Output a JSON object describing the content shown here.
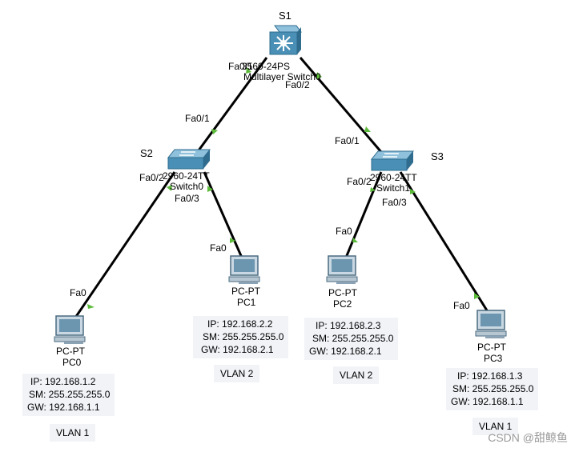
{
  "devices": {
    "s1": {
      "name": "S1",
      "model": "3560-24PS",
      "model2": "Multilayer Switch0"
    },
    "s2": {
      "name": "S2",
      "model": "2960-24TT",
      "model2": "Switch0"
    },
    "s3": {
      "name": "S3",
      "model": "2960-24TT",
      "model2": "Switch1"
    }
  },
  "ports": {
    "s1_fa01": "Fa0/1",
    "s1_fa02": "Fa0/2",
    "s2_fa01": "Fa0/1",
    "s2_fa02": "Fa0/2",
    "s2_fa03": "Fa0/3",
    "s3_fa01": "Fa0/1",
    "s3_fa02": "Fa0/2",
    "s3_fa03": "Fa0/3",
    "pc0_fa0": "Fa0",
    "pc1_fa0": "Fa0",
    "pc2_fa0": "Fa0",
    "pc3_fa0": "Fa0"
  },
  "pcs": [
    {
      "type": "PC-PT",
      "name": "PC0",
      "ip": "IP: 192.168.1.2",
      "sm": "SM: 255.255.255.0",
      "gw": "GW: 192.168.1.1",
      "vlan": "VLAN 1"
    },
    {
      "type": "PC-PT",
      "name": "PC1",
      "ip": "IP: 192.168.2.2",
      "sm": "SM: 255.255.255.0",
      "gw": "GW: 192.168.2.1",
      "vlan": "VLAN 2"
    },
    {
      "type": "PC-PT",
      "name": "PC2",
      "ip": "IP: 192.168.2.3",
      "sm": "SM: 255.255.255.0",
      "gw": "GW: 192.168.2.1",
      "vlan": "VLAN 2"
    },
    {
      "type": "PC-PT",
      "name": "PC3",
      "ip": "IP: 192.168.1.3",
      "sm": "SM: 255.255.255.0",
      "gw": "GW: 192.168.1.1",
      "vlan": "VLAN 1"
    }
  ],
  "colors": {
    "link": "#000000",
    "port_up": "#5dbb3b",
    "switch": "#4a8fb5",
    "info_bg": "#f1f3f7"
  },
  "watermark": "CSDN @甜鲸鱼"
}
